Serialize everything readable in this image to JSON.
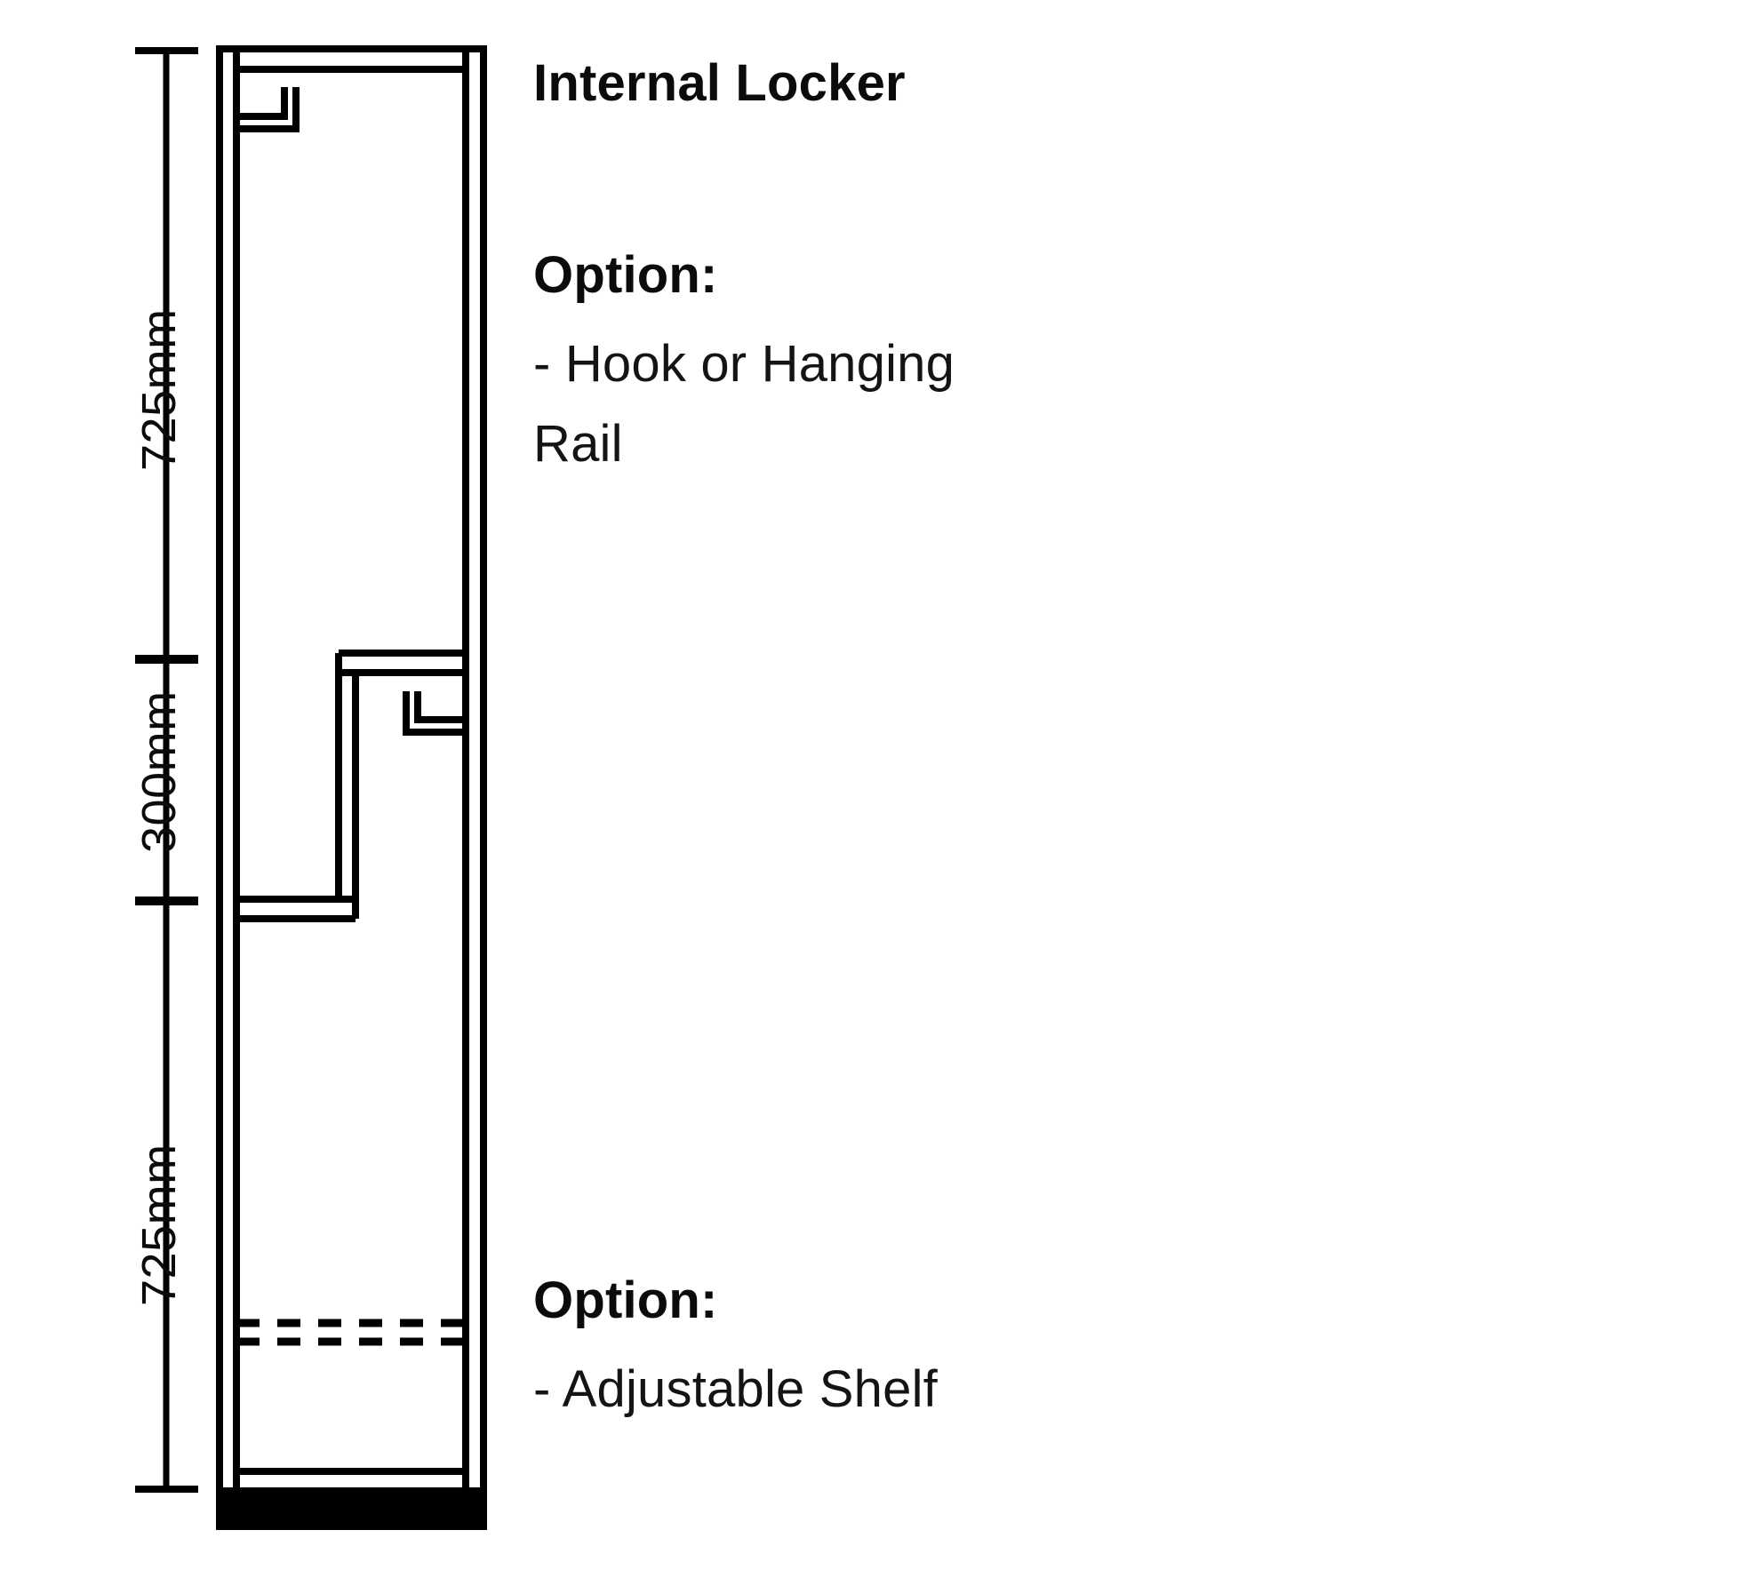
{
  "title": "Internal Locker",
  "options": [
    {
      "heading": "Option:",
      "lines": [
        "- Hook or Hanging",
        "Rail"
      ]
    },
    {
      "heading": "Option:",
      "lines": [
        "- Adjustable Shelf"
      ]
    }
  ],
  "dimensions": {
    "top": "725mm",
    "middle": "300mm",
    "bottom": "725mm"
  },
  "colors": {
    "line": "#000000",
    "plinth": "#000000",
    "background": "#ffffff",
    "text": "#0b0b0b"
  },
  "drawing": {
    "description": "Elevation section of a tall internal locker unit",
    "parts": [
      "outer-carcass",
      "top-rail",
      "upper-hook",
      "mid-upper-shelf",
      "mid-vertical-divider",
      "mid-hook",
      "mid-lower-shelf",
      "adjustable-shelf-dashed",
      "bottom-panel",
      "plinth"
    ]
  }
}
